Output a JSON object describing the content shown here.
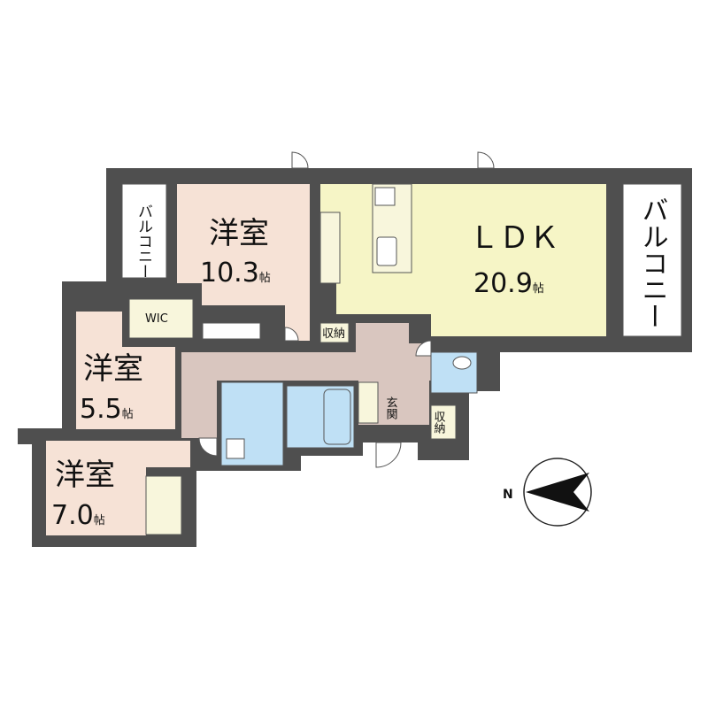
{
  "colors": {
    "wall": "#4f4f4f",
    "western_room": "#f6e2d6",
    "ldk": "#f6f5c6",
    "corridor": "#d9c6bf",
    "water_area": "#bfe0f5",
    "storage": "#f8f6dc",
    "balcony": "#ffffff"
  },
  "rooms": {
    "ldk": {
      "name": "ＬＤＫ",
      "size": "20.9",
      "unit": "帖"
    },
    "room1": {
      "name": "洋室",
      "size": "10.3",
      "unit": "帖"
    },
    "room2": {
      "name": "洋室",
      "size": "5.5",
      "unit": "帖"
    },
    "room3": {
      "name": "洋室",
      "size": "7.0",
      "unit": "帖"
    },
    "wic": "WIC",
    "entrance": "玄関",
    "storage": "収納",
    "balcony": "バルコニー"
  },
  "compass": {
    "label": "N",
    "icon": "north-arrow-icon"
  }
}
